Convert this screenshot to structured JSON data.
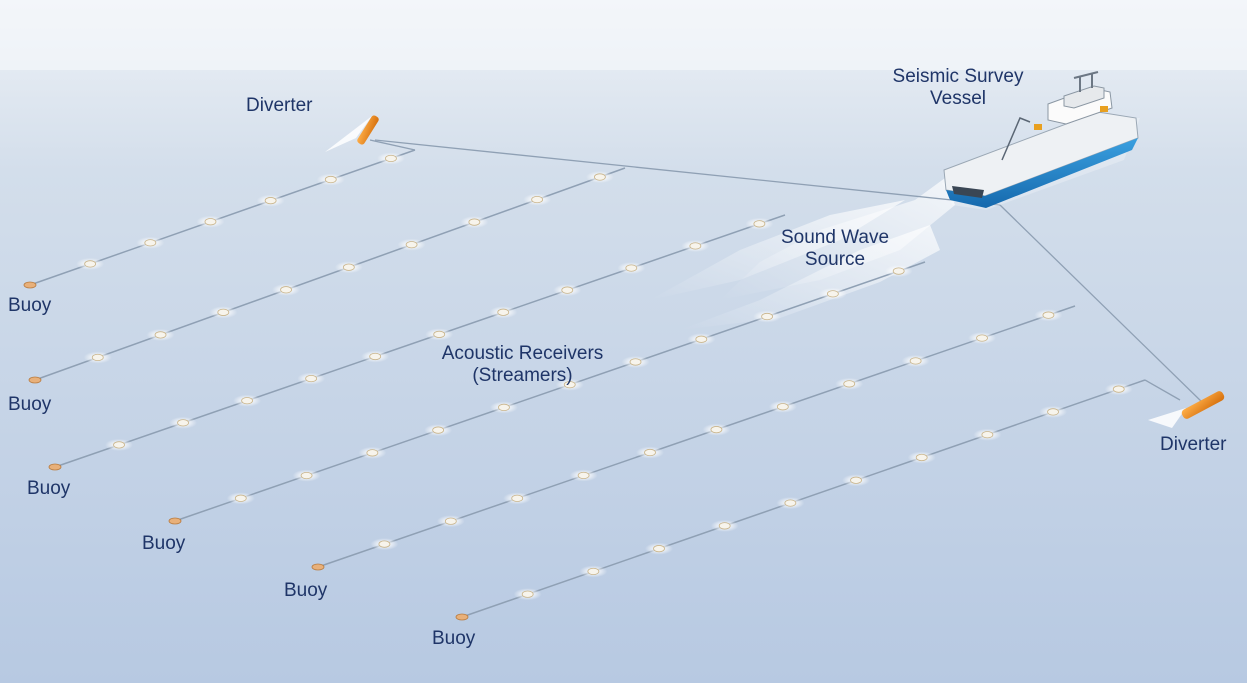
{
  "labels": {
    "vessel": [
      "Seismic Survey",
      "Vessel"
    ],
    "sound_source": [
      "Sound Wave",
      "Source"
    ],
    "receivers": [
      "Acoustic Receivers",
      "(Streamers)"
    ],
    "diverter": "Diverter",
    "buoy": "Buoy"
  },
  "elements": {
    "streamer_count": 6,
    "diverter_count": 2,
    "buoy_count": 6
  },
  "colors": {
    "sea_top": "#eef2f7",
    "sea_bottom": "#b7c9e2",
    "label_text": "#1f3568",
    "diverter": "#f08a18",
    "hull": "#1e7fc8",
    "deck": "#f4f6f8",
    "streamer_line": "#8fa0b4",
    "receiver": "#f7f4ec",
    "buoy": "#e8b07a",
    "wake": "#ffffff"
  },
  "icons": {
    "vessel": "ship-icon",
    "diverter": "diverter-float-icon",
    "buoy": "buoy-icon",
    "receiver": "receiver-node-icon"
  }
}
